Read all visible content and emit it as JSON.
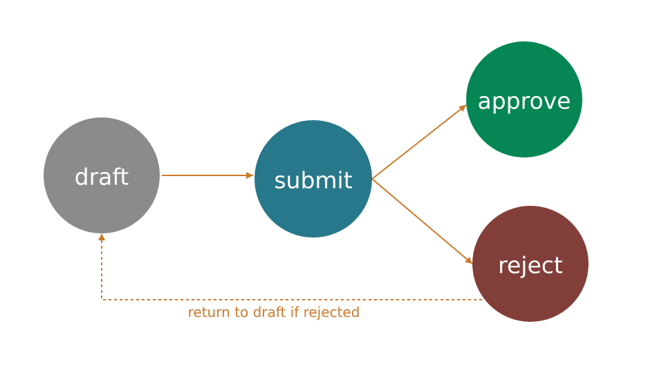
{
  "colors": {
    "draft": "#8a8b8a",
    "submit": "#27788a",
    "approve": "#068655",
    "reject": "#823f39",
    "arrow": "#cc7a2a"
  },
  "nodes": {
    "draft": "draft",
    "submit": "submit",
    "approve": "approve",
    "reject": "reject"
  },
  "edges": {
    "return_label": "return to draft if rejected"
  }
}
